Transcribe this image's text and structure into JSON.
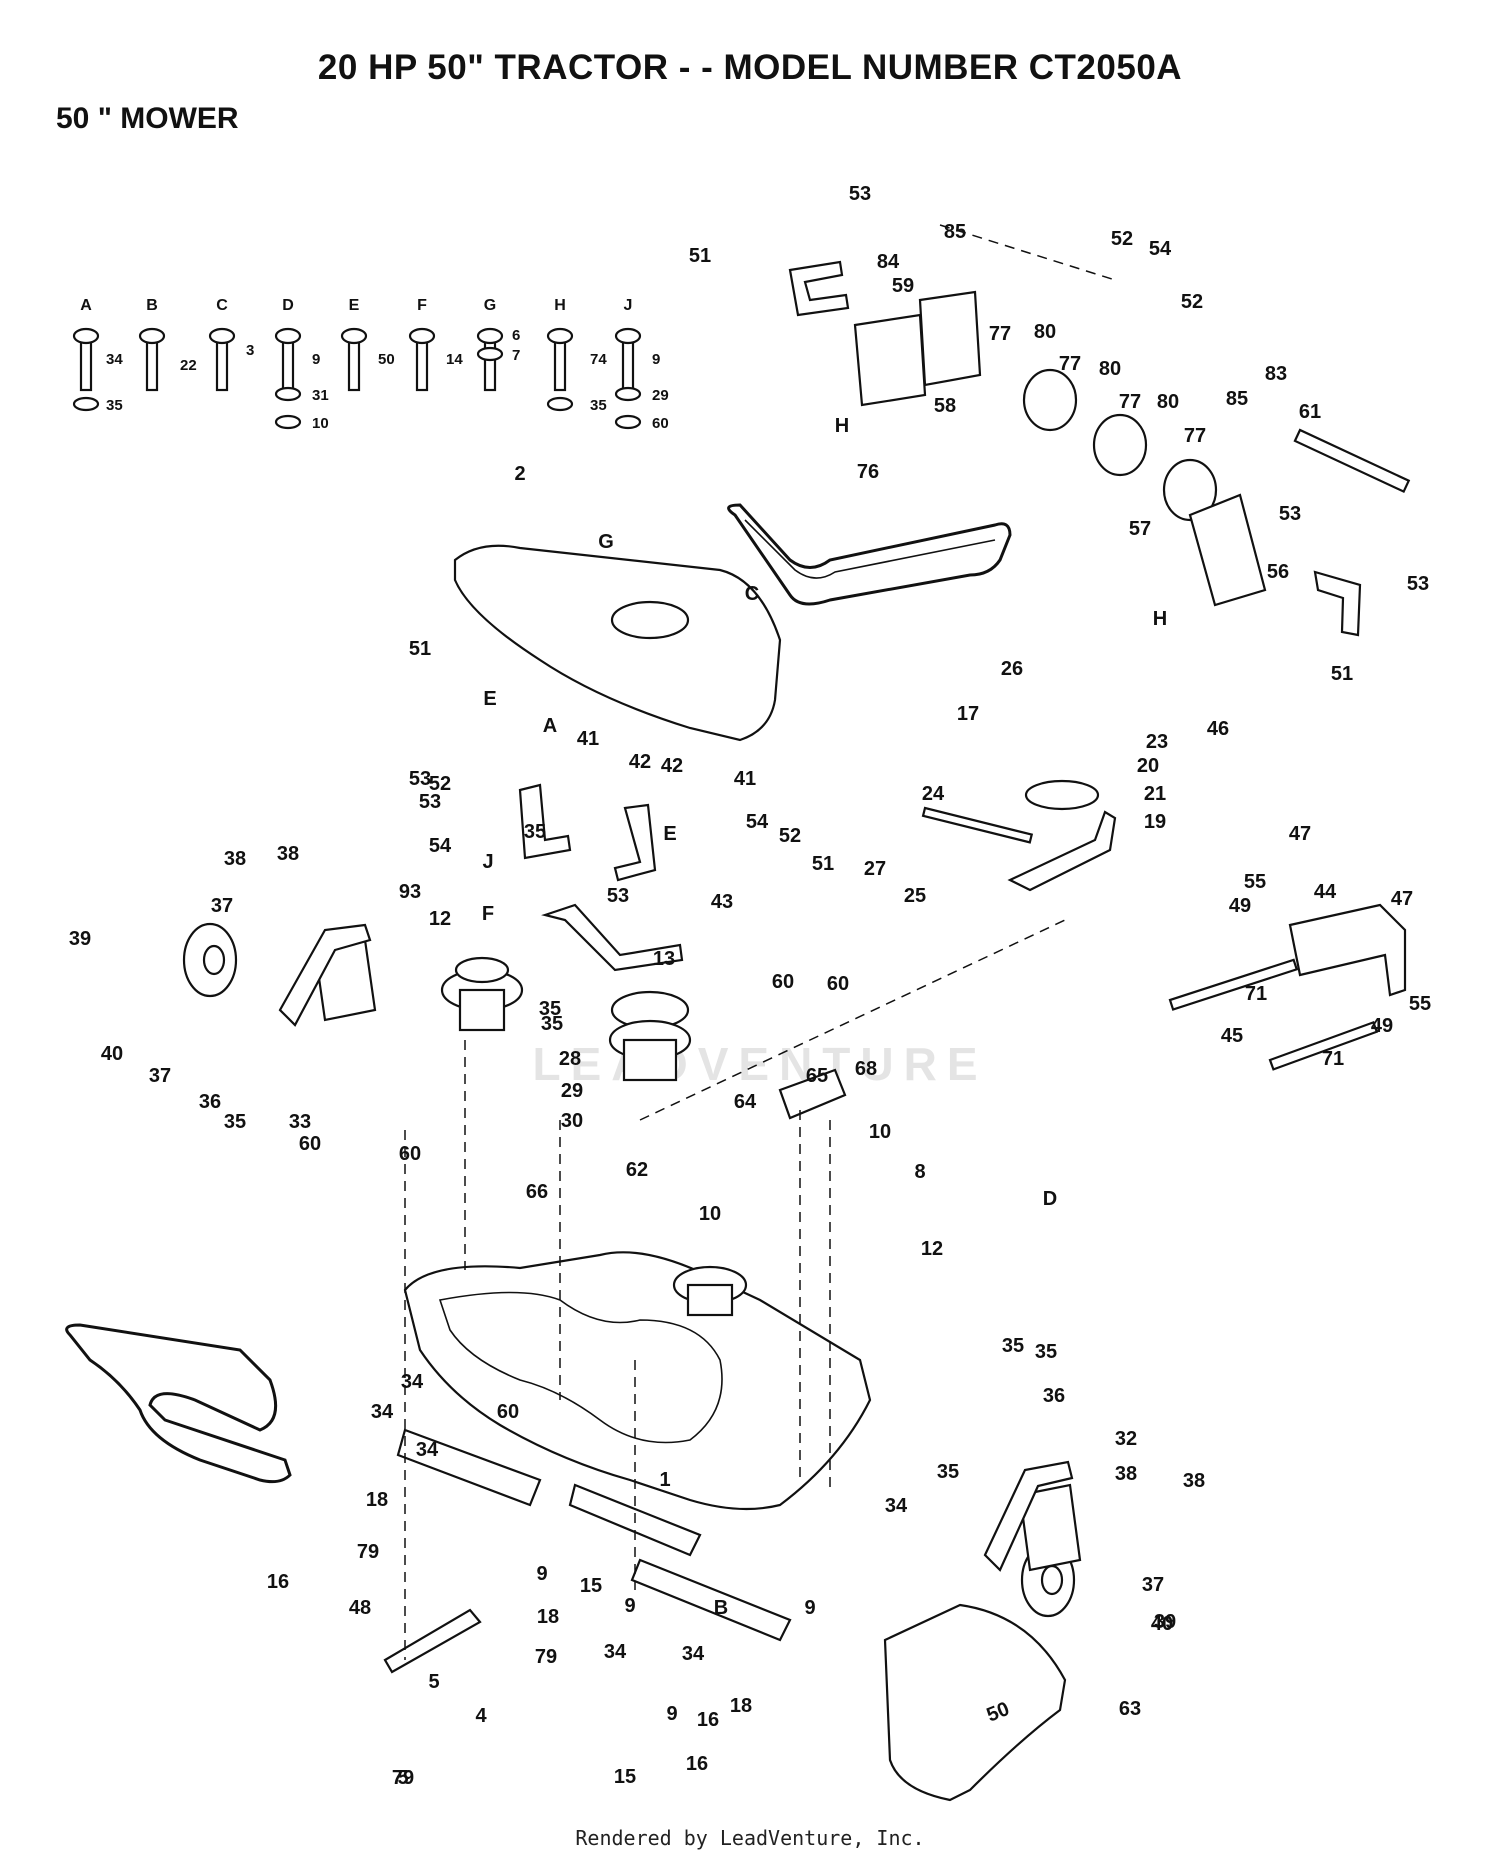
{
  "header": {
    "title": "20 HP 50\" TRACTOR - - MODEL NUMBER CT2050A",
    "section": "50 \" MOWER"
  },
  "footer": {
    "credit": "Rendered by LeadVenture, Inc."
  },
  "watermark": {
    "text": "LEADVENTURE"
  },
  "hardware_legend": [
    {
      "letter": "A",
      "nums": [
        "34",
        "35"
      ]
    },
    {
      "letter": "B",
      "nums": [
        "22"
      ]
    },
    {
      "letter": "C",
      "nums": [
        "3"
      ]
    },
    {
      "letter": "D",
      "nums": [
        "9",
        "31",
        "10"
      ]
    },
    {
      "letter": "E",
      "nums": [
        "50"
      ]
    },
    {
      "letter": "F",
      "nums": [
        "14"
      ]
    },
    {
      "letter": "G",
      "nums": [
        "6",
        "7"
      ]
    },
    {
      "letter": "H",
      "nums": [
        "74",
        "35"
      ]
    },
    {
      "letter": "J",
      "nums": [
        "9",
        "29",
        "60"
      ]
    }
  ],
  "callouts": [
    {
      "t": "53"
    },
    {
      "t": "85"
    },
    {
      "t": "51"
    },
    {
      "t": "84"
    },
    {
      "t": "59"
    },
    {
      "t": "52"
    },
    {
      "t": "54"
    },
    {
      "t": "52"
    },
    {
      "t": "77"
    },
    {
      "t": "80"
    },
    {
      "t": "77"
    },
    {
      "t": "80"
    },
    {
      "t": "77"
    },
    {
      "t": "80"
    },
    {
      "t": "77"
    },
    {
      "t": "58"
    },
    {
      "t": "H"
    },
    {
      "t": "85"
    },
    {
      "t": "83"
    },
    {
      "t": "61"
    },
    {
      "t": "76"
    },
    {
      "t": "53"
    },
    {
      "t": "57"
    },
    {
      "t": "56"
    },
    {
      "t": "53"
    },
    {
      "t": "H"
    },
    {
      "t": "51"
    },
    {
      "t": "2"
    },
    {
      "t": "G"
    },
    {
      "t": "C"
    },
    {
      "t": "51"
    },
    {
      "t": "E"
    },
    {
      "t": "A"
    },
    {
      "t": "41"
    },
    {
      "t": "53"
    },
    {
      "t": "42"
    },
    {
      "t": "42"
    },
    {
      "t": "53"
    },
    {
      "t": "52"
    },
    {
      "t": "41"
    },
    {
      "t": "54"
    },
    {
      "t": "E"
    },
    {
      "t": "54"
    },
    {
      "t": "52"
    },
    {
      "t": "35"
    },
    {
      "t": "51"
    },
    {
      "t": "53"
    },
    {
      "t": "43"
    },
    {
      "t": "35"
    },
    {
      "t": "35"
    },
    {
      "t": "38"
    },
    {
      "t": "38"
    },
    {
      "t": "93"
    },
    {
      "t": "J"
    },
    {
      "t": "F"
    },
    {
      "t": "12"
    },
    {
      "t": "37"
    },
    {
      "t": "39"
    },
    {
      "t": "13"
    },
    {
      "t": "40"
    },
    {
      "t": "37"
    },
    {
      "t": "36"
    },
    {
      "t": "35"
    },
    {
      "t": "33"
    },
    {
      "t": "60"
    },
    {
      "t": "28"
    },
    {
      "t": "29"
    },
    {
      "t": "30"
    },
    {
      "t": "60"
    },
    {
      "t": "60"
    },
    {
      "t": "64"
    },
    {
      "t": "65"
    },
    {
      "t": "68"
    },
    {
      "t": "10"
    },
    {
      "t": "26"
    },
    {
      "t": "17"
    },
    {
      "t": "46"
    },
    {
      "t": "23"
    },
    {
      "t": "20"
    },
    {
      "t": "24"
    },
    {
      "t": "21"
    },
    {
      "t": "19"
    },
    {
      "t": "27"
    },
    {
      "t": "25"
    },
    {
      "t": "47"
    },
    {
      "t": "55"
    },
    {
      "t": "44"
    },
    {
      "t": "49"
    },
    {
      "t": "47"
    },
    {
      "t": "71"
    },
    {
      "t": "55"
    },
    {
      "t": "49"
    },
    {
      "t": "45"
    },
    {
      "t": "71"
    },
    {
      "t": "60"
    },
    {
      "t": "62"
    },
    {
      "t": "66"
    },
    {
      "t": "10"
    },
    {
      "t": "8"
    },
    {
      "t": "12"
    },
    {
      "t": "D"
    },
    {
      "t": "34"
    },
    {
      "t": "34"
    },
    {
      "t": "60"
    },
    {
      "t": "34"
    },
    {
      "t": "1"
    },
    {
      "t": "18"
    },
    {
      "t": "34"
    },
    {
      "t": "79"
    },
    {
      "t": "9"
    },
    {
      "t": "16"
    },
    {
      "t": "15"
    },
    {
      "t": "48"
    },
    {
      "t": "B"
    },
    {
      "t": "34"
    },
    {
      "t": "34"
    },
    {
      "t": "18"
    },
    {
      "t": "9"
    },
    {
      "t": "9"
    },
    {
      "t": "79"
    },
    {
      "t": "9"
    },
    {
      "t": "16"
    },
    {
      "t": "15"
    },
    {
      "t": "16"
    },
    {
      "t": "18"
    },
    {
      "t": "79"
    },
    {
      "t": "5"
    },
    {
      "t": "4"
    },
    {
      "t": "5"
    },
    {
      "t": "35"
    },
    {
      "t": "35"
    },
    {
      "t": "36"
    },
    {
      "t": "32"
    },
    {
      "t": "35"
    },
    {
      "t": "38"
    },
    {
      "t": "38"
    },
    {
      "t": "37"
    },
    {
      "t": "40"
    },
    {
      "t": "39"
    },
    {
      "t": "63"
    }
  ]
}
